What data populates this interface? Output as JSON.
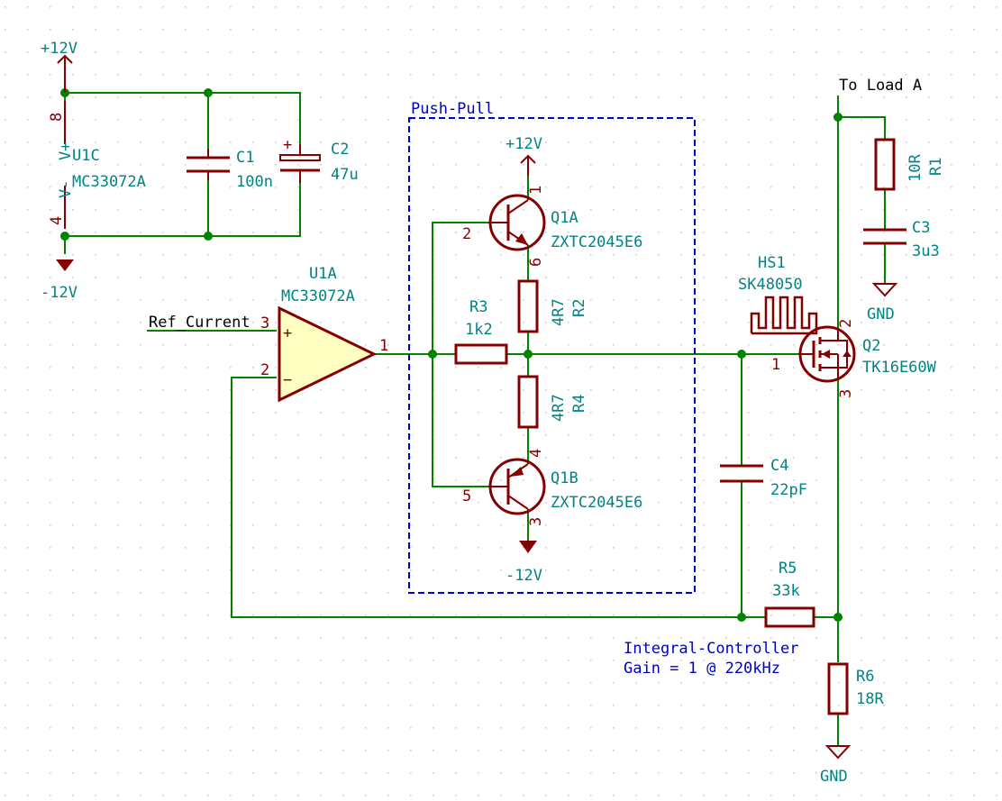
{
  "colors": {
    "wire": "#008400",
    "body": "#840000",
    "label": "#008484",
    "note": "#0000c2",
    "opamp_fill": "#ffffc2",
    "grid": "#c8c8c8"
  },
  "power": {
    "vpos": "+12V",
    "vneg": "-12V",
    "gnd": "GND"
  },
  "u1c": {
    "ref": "U1C",
    "value": "MC33072A",
    "vplus": "V+",
    "vminus": "V-",
    "pin8": "8",
    "pin4": "4"
  },
  "c1": {
    "ref": "C1",
    "value": "100n"
  },
  "c2": {
    "ref": "C2",
    "value": "47u",
    "polarity": "+"
  },
  "push_pull": {
    "title": "Push-Pull"
  },
  "q1a": {
    "ref": "Q1A",
    "value": "ZXTC2045E6",
    "pin_b": "2",
    "pin_c": "1",
    "pin_e": "6"
  },
  "q1b": {
    "ref": "Q1B",
    "value": "ZXTC2045E6",
    "pin_b": "5",
    "pin_c": "3",
    "pin_e": "4"
  },
  "r2": {
    "ref": "R2",
    "value": "4R7"
  },
  "r3": {
    "ref": "R3",
    "value": "1k2"
  },
  "r4": {
    "ref": "R4",
    "value": "4R7"
  },
  "u1a": {
    "ref": "U1A",
    "value": "MC33072A",
    "pin_plus": "3",
    "pin_minus": "2",
    "pin_out": "1",
    "plus_sign": "+",
    "minus_sign": "−"
  },
  "ref_current": "Ref_Current",
  "hs1": {
    "ref": "HS1",
    "value": "SK48050"
  },
  "q2": {
    "ref": "Q2",
    "value": "TK16E60W",
    "pin_g": "1",
    "pin_d": "2",
    "pin_s": "3"
  },
  "to_load": "To Load A",
  "r1": {
    "ref": "R1",
    "value": "10R"
  },
  "c3": {
    "ref": "C3",
    "value": "3u3"
  },
  "c4": {
    "ref": "C4",
    "value": "22pF"
  },
  "r5": {
    "ref": "R5",
    "value": "33k"
  },
  "r6": {
    "ref": "R6",
    "value": "18R"
  },
  "note": {
    "line1": "Integral-Controller",
    "line2": "Gain = 1 @ 220kHz"
  }
}
